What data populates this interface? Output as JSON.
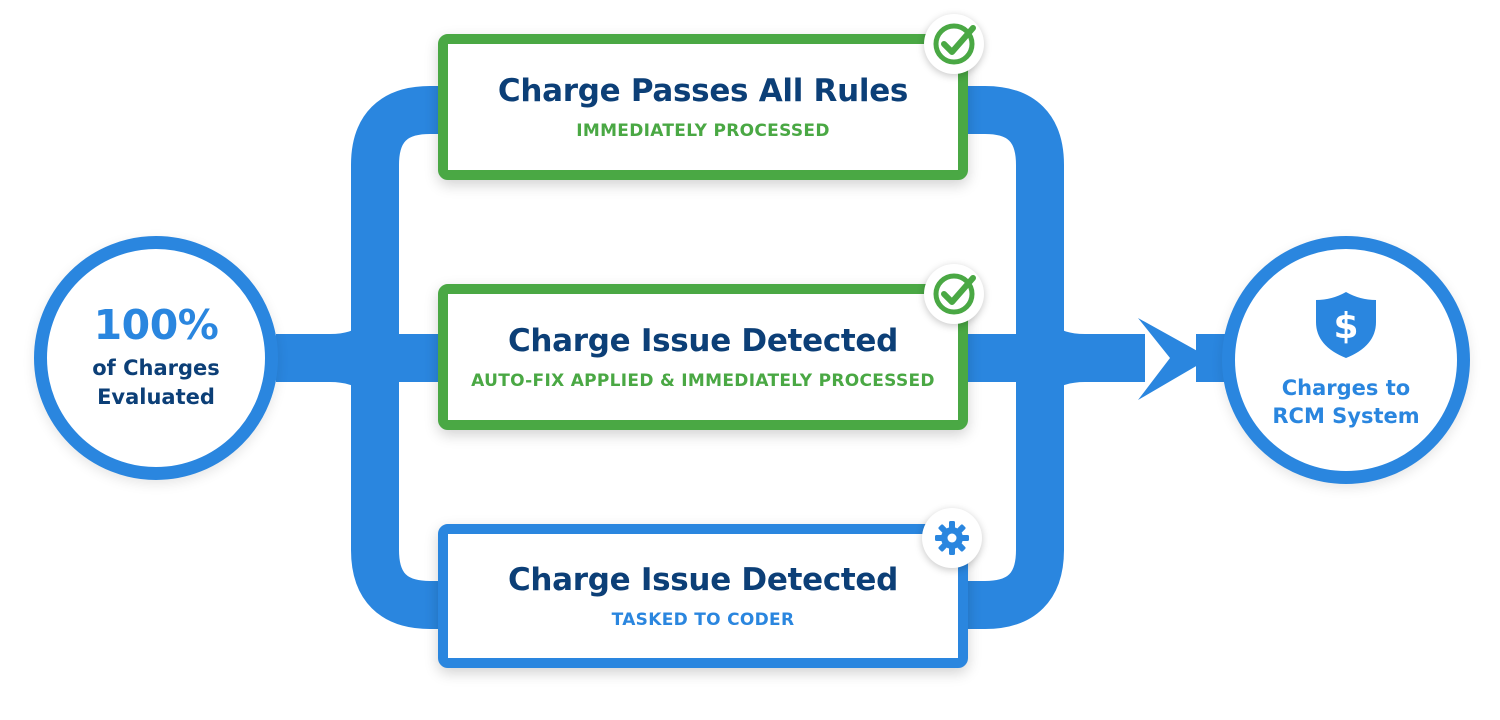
{
  "colors": {
    "flow_blue": "#2a86df",
    "pass_green": "#4aa844",
    "title_navy": "#0c3f77"
  },
  "start": {
    "percent": "100%",
    "line1": "of Charges",
    "line2": "Evaluated"
  },
  "outcomes": [
    {
      "title": "Charge Passes All Rules",
      "subtitle": "IMMEDIATELY PROCESSED",
      "status_color": "green",
      "badge_icon": "check-icon"
    },
    {
      "title": "Charge Issue Detected",
      "subtitle": "AUTO-FIX APPLIED & IMMEDIATELY PROCESSED",
      "status_color": "green",
      "badge_icon": "check-icon"
    },
    {
      "title": "Charge Issue Detected",
      "subtitle": "TASKED TO CODER",
      "status_color": "blue",
      "badge_icon": "gear-icon"
    }
  ],
  "end": {
    "icon": "dollar-shield-icon",
    "line1": "Charges to",
    "line2": "RCM System"
  }
}
